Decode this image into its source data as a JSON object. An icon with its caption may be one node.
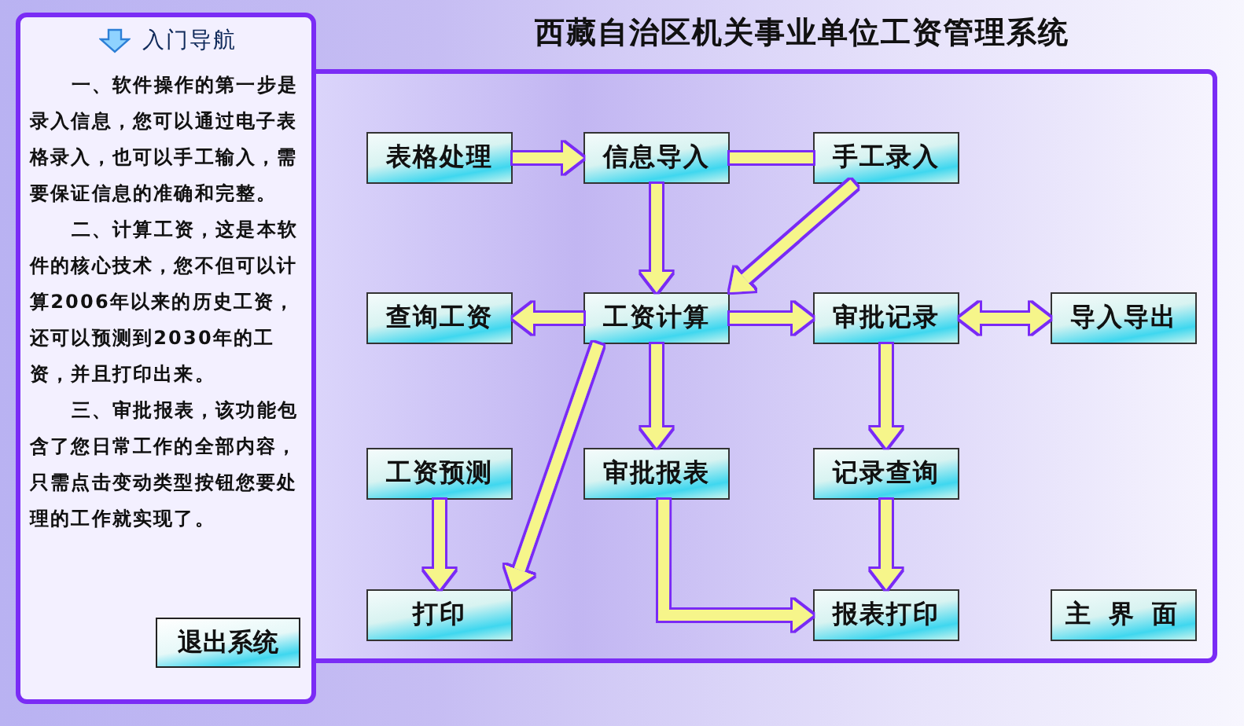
{
  "diagram": {
    "title": "西藏自治区机关事业单位工资管理系统",
    "nodes": [
      {
        "text": [
          "入门导航",
          "一、软件操作的第一步是录入信息，您可以通过电子表格录入，也可以手工输入，需要保证信息的准确和完整。",
          "二、计算工资，这是本软件的核心技术，您不但可以计算2006年以来的历史工资，还可以预测到2030年的工资，并且打印出来。",
          "三、审批报表，该功能包含了您日常工作的全部内容，只需点击变动类型按钮您要处理的工作就实现了。"
        ]
      },
      {
        "text": [
          "退出系统"
        ],
        "in": 0
      },
      {
        "text": [
          "表格处理"
        ]
      },
      {
        "text": [
          "信息导入"
        ]
      },
      {
        "text": [
          "手工录入"
        ]
      },
      {
        "text": [
          "查询工资"
        ]
      },
      {
        "text": [
          "工资计算"
        ]
      },
      {
        "text": [
          "审批记录"
        ]
      },
      {
        "text": [
          "导入导出"
        ]
      },
      {
        "text": [
          "工资预测"
        ]
      },
      {
        "text": [
          "审批报表"
        ]
      },
      {
        "text": [
          "记录查询"
        ]
      },
      {
        "text": [
          "打印"
        ]
      },
      {
        "text": [
          "报表打印"
        ]
      },
      {
        "text": [
          "主 界 面"
        ]
      }
    ],
    "edges": [
      {
        "from": 2,
        "to": 3,
        "arrow": "to"
      },
      {
        "from": 3,
        "to": 4,
        "arrow": "none"
      },
      {
        "from": 4,
        "to": 6,
        "arrow": "to"
      },
      {
        "from": 3,
        "to": 6,
        "arrow": "to"
      },
      {
        "from": 6,
        "to": 5,
        "arrow": "to"
      },
      {
        "from": 6,
        "to": 7,
        "arrow": "to"
      },
      {
        "from": 7,
        "to": 8,
        "arrow": "both"
      },
      {
        "from": 6,
        "to": 12,
        "arrow": "to"
      },
      {
        "from": 6,
        "to": 10,
        "arrow": "to"
      },
      {
        "from": 7,
        "to": 11,
        "arrow": "to"
      },
      {
        "from": 9,
        "to": 12,
        "arrow": "to"
      },
      {
        "from": 10,
        "to": 13,
        "arrow": "to"
      },
      {
        "from": 11,
        "to": 13,
        "arrow": "to"
      }
    ]
  }
}
